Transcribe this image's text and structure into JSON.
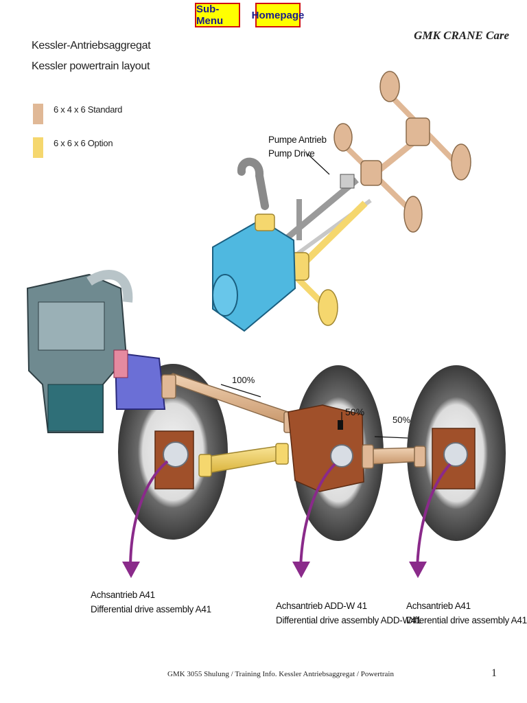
{
  "nav": {
    "submenu_label": "Sub-Menu",
    "homepage_label": "Homepage"
  },
  "brand": "GMK CRANE Care",
  "title": {
    "line1": "Kessler-Antriebsaggregat",
    "line2": "Kessler powertrain layout"
  },
  "legend": [
    {
      "label": "6 x 4 x 6 Standard",
      "color": "#e0b896"
    },
    {
      "label": "6 x 6 x 6  Option",
      "color": "#f5d76e"
    }
  ],
  "pump": {
    "line1": "Pumpe Antrieb",
    "line2": "Pump Drive"
  },
  "percentages": {
    "front": "100%",
    "middle": "50%",
    "rear": "50%"
  },
  "callouts": {
    "left": {
      "line1": "Achsantrieb A41",
      "line2": "Differential drive assembly A41"
    },
    "middle": {
      "line1": "Achsantrieb ADD-W 41",
      "line2": "Differential drive assembly ADD-W41"
    },
    "right": {
      "line1": "Achsantrieb A41",
      "line2": "Differential drive assembly A41"
    }
  },
  "footer": "GMK 3055 Shulung / Training Info. Kessler Antriebsaggregat / Powertrain",
  "page_number": "1",
  "colors": {
    "standard": "#e0b896",
    "option": "#f5d76e",
    "engine_blue": "#4fb8e0",
    "diff_brown": "#a0502a",
    "arrow_purple": "#8a2a8a",
    "tire": "#4a4a4a"
  }
}
